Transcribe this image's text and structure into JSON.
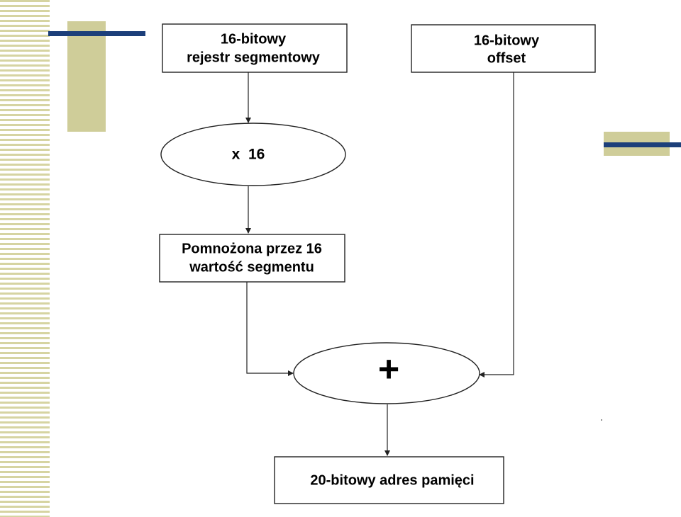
{
  "diagram": {
    "nodes": {
      "segment_register": {
        "line1": "16-bitowy",
        "line2": "rejestr segmentowy"
      },
      "offset": {
        "line1": "16-bitowy",
        "line2": "offset"
      },
      "multiply": {
        "label": "x  16"
      },
      "multiplied_segment": {
        "line1": "Pomnożona przez 16",
        "line2": "wartość segmentu"
      },
      "adder": {
        "symbol": "+"
      },
      "physical_address": {
        "label": "20-bitowy adres pamięci"
      }
    },
    "edges": [
      {
        "from": "segment_register",
        "to": "multiply"
      },
      {
        "from": "multiply",
        "to": "multiplied_segment"
      },
      {
        "from": "multiplied_segment",
        "to": "adder"
      },
      {
        "from": "offset",
        "to": "adder"
      },
      {
        "from": "adder",
        "to": "physical_address"
      }
    ]
  },
  "colors": {
    "stripe": "#d6d4a2",
    "accent_khaki": "#cfcd99",
    "accent_navy": "#1c3f7a",
    "stroke": "#222222"
  }
}
